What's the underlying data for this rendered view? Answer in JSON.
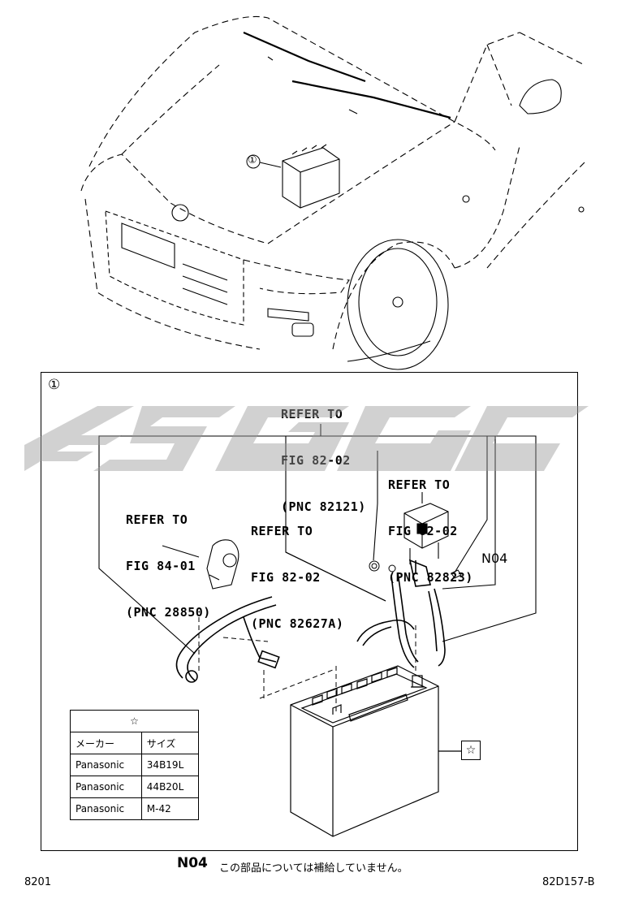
{
  "top_callout": "①",
  "detail_callout": "①",
  "refs": [
    {
      "line1": "REFER TO",
      "line2": "FIG 82-02",
      "line3": "(PNC 82121)"
    },
    {
      "line1": "REFER TO",
      "line2": "FIG 82-02",
      "line3": "(PNC 82823)"
    },
    {
      "line1": "REFER TO",
      "line2": "FIG 84-01",
      "line3": "(PNC 28850)"
    },
    {
      "line1": "REFER TO",
      "line2": "FIG 82-02",
      "line3": "(PNC 82627A)"
    }
  ],
  "n04_label": "N04",
  "star_box": "☆",
  "table": {
    "header": "☆",
    "col_maker": "メーカー",
    "col_size": "サイズ",
    "rows": [
      {
        "maker": "Panasonic",
        "size": "34B19L"
      },
      {
        "maker": "Panasonic",
        "size": "44B20L"
      },
      {
        "maker": "Panasonic",
        "size": "M-42"
      }
    ]
  },
  "note": {
    "code": "N04",
    "text": "この部品については補給していません。"
  },
  "footer": {
    "left": "8201",
    "right": "82D157-B"
  }
}
